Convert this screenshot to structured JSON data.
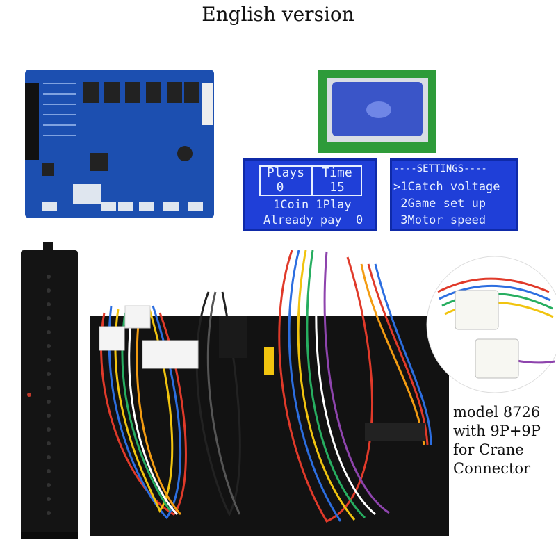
{
  "title": "English version",
  "lcd_play": {
    "plays_label": "Plays",
    "plays_value": "0",
    "time_label": "Time",
    "time_value": "15",
    "line1": "1Coin 1Play",
    "line2": "Already pay  0"
  },
  "lcd_settings": {
    "header": "----SETTINGS----",
    "item1": ">1Catch voltage",
    "item2": " 2Game set up",
    "item3": " 3Motor speed"
  },
  "caption": {
    "line1": "model 8726",
    "line2": "with 9P+9P",
    "line3": "for Crane",
    "line4": "Connector"
  },
  "colors": {
    "lcd_blue": "#1f3fd8",
    "pcb_blue": "#1c4fb0",
    "enclosure_black": "#141414"
  }
}
